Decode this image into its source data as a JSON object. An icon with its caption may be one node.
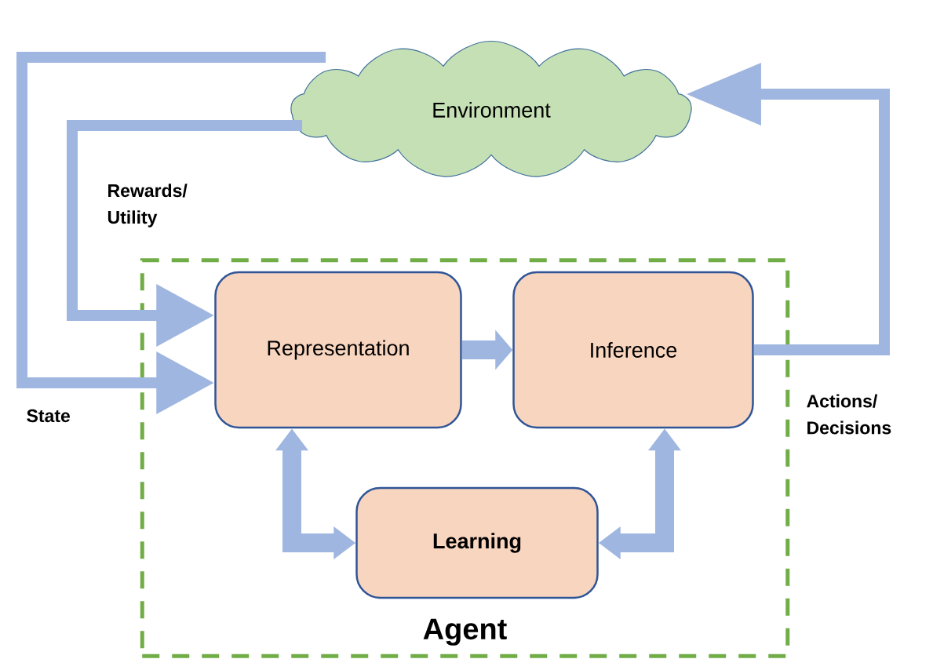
{
  "diagram": {
    "nodes": [
      {
        "text": [
          "Environment"
        ]
      },
      {
        "text": [
          "Agent"
        ]
      },
      {
        "text": [
          "Representation"
        ],
        "in": 1
      },
      {
        "text": [
          "Inference"
        ],
        "in": 1
      },
      {
        "text": [
          "Learning"
        ],
        "in": 1
      }
    ],
    "edges": [
      {
        "from": 0,
        "to": 2,
        "arrow": "to",
        "label": "Rewards/ Utility"
      },
      {
        "from": 0,
        "to": 2,
        "arrow": "to",
        "label": "State"
      },
      {
        "from": 3,
        "to": 0,
        "arrow": "to",
        "label": "Actions/ Decisions"
      },
      {
        "from": 2,
        "to": 3,
        "arrow": "to"
      },
      {
        "from": 2,
        "to": 4,
        "arrow": "both"
      },
      {
        "from": 3,
        "to": 4,
        "arrow": "both"
      }
    ]
  }
}
